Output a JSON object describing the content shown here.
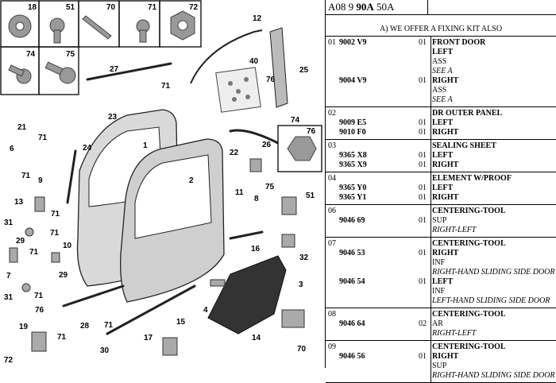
{
  "diagram": {
    "callouts": [
      "18",
      "51",
      "70",
      "71",
      "72",
      "74",
      "75",
      "12",
      "27",
      "71",
      "40",
      "76",
      "25",
      "21",
      "23",
      "1",
      "71",
      "2",
      "74",
      "26",
      "76",
      "6",
      "24",
      "22",
      "71",
      "9",
      "75",
      "11",
      "8",
      "51",
      "13",
      "71",
      "31",
      "71",
      "29",
      "71",
      "10",
      "7",
      "71",
      "29",
      "16",
      "32",
      "3",
      "31",
      "71",
      "76",
      "28",
      "71",
      "4",
      "17",
      "19",
      "15",
      "14",
      "72",
      "71",
      "30",
      "70"
    ]
  },
  "catalog": {
    "ref_prefix": "A08 9 ",
    "ref_bold": "90A",
    "ref_suffix": " 50A",
    "note": "A) WE OFFER A FIXING KIT ALSO",
    "groups": [
      {
        "num": "01",
        "lines": [
          {
            "pn": "9002 V9",
            "qty": "01",
            "desc": "FRONT DOOR",
            "style": "b"
          },
          {
            "pn": "",
            "qty": "",
            "desc": "LEFT",
            "style": "b"
          },
          {
            "pn": "",
            "qty": "",
            "desc": "ASS",
            "style": ""
          },
          {
            "pn": "",
            "qty": "",
            "desc": "SEE A",
            "style": "i"
          },
          {
            "pn": "9004 V9",
            "qty": "01",
            "desc": "RIGHT",
            "style": "b"
          },
          {
            "pn": "",
            "qty": "",
            "desc": "ASS",
            "style": ""
          },
          {
            "pn": "",
            "qty": "",
            "desc": "SEE A",
            "style": "i"
          }
        ]
      },
      {
        "num": "02",
        "lines": [
          {
            "pn": "",
            "qty": "",
            "desc": "DR OUTER PANEL",
            "style": "b"
          },
          {
            "pn": "9009 E5",
            "qty": "01",
            "desc": "LEFT",
            "style": "b"
          },
          {
            "pn": "9010 F0",
            "qty": "01",
            "desc": "RIGHT",
            "style": "b"
          }
        ]
      },
      {
        "num": "03",
        "lines": [
          {
            "pn": "",
            "qty": "",
            "desc": "SEALING SHEET",
            "style": "b"
          },
          {
            "pn": "9365 X8",
            "qty": "01",
            "desc": "LEFT",
            "style": "b"
          },
          {
            "pn": "9365 X9",
            "qty": "01",
            "desc": "RIGHT",
            "style": "b"
          }
        ]
      },
      {
        "num": "04",
        "lines": [
          {
            "pn": "",
            "qty": "",
            "desc": "ELEMENT W/PROOF",
            "style": "b"
          },
          {
            "pn": "9365 Y0",
            "qty": "01",
            "desc": "LEFT",
            "style": "b"
          },
          {
            "pn": "9365 Y1",
            "qty": "01",
            "desc": "RIGHT",
            "style": "b"
          }
        ]
      },
      {
        "num": "06",
        "lines": [
          {
            "pn": "",
            "qty": "",
            "desc": "CENTERING-TOOL",
            "style": "b"
          },
          {
            "pn": "9046 69",
            "qty": "01",
            "desc": "SUP",
            "style": ""
          },
          {
            "pn": "",
            "qty": "",
            "desc": "RIGHT-LEFT",
            "style": "i"
          }
        ]
      },
      {
        "num": "07",
        "lines": [
          {
            "pn": "",
            "qty": "",
            "desc": "CENTERING-TOOL",
            "style": "b"
          },
          {
            "pn": "9046 53",
            "qty": "01",
            "desc": "RIGHT",
            "style": "b"
          },
          {
            "pn": "",
            "qty": "",
            "desc": "INF",
            "style": ""
          },
          {
            "pn": "",
            "qty": "",
            "desc": "RIGHT-HAND SLIDING SIDE DOOR",
            "style": "i"
          },
          {
            "pn": "9046 54",
            "qty": "01",
            "desc": "LEFT",
            "style": "b"
          },
          {
            "pn": "",
            "qty": "",
            "desc": "INF",
            "style": ""
          },
          {
            "pn": "",
            "qty": "",
            "desc": "LEFT-HAND SLIDING SIDE DOOR",
            "style": "i"
          }
        ]
      },
      {
        "num": "08",
        "lines": [
          {
            "pn": "",
            "qty": "",
            "desc": "CENTERING-TOOL",
            "style": "b"
          },
          {
            "pn": "9046 64",
            "qty": "02",
            "desc": "AR",
            "style": ""
          },
          {
            "pn": "",
            "qty": "",
            "desc": "RIGHT-LEFT",
            "style": "i"
          }
        ]
      },
      {
        "num": "09",
        "lines": [
          {
            "pn": "",
            "qty": "",
            "desc": "CENTERING-TOOL",
            "style": "b"
          },
          {
            "pn": "9046 56",
            "qty": "01",
            "desc": "RIGHT",
            "style": "b"
          },
          {
            "pn": "",
            "qty": "",
            "desc": "SUP",
            "style": ""
          },
          {
            "pn": "",
            "qty": "",
            "desc": "RIGHT-HAND SLIDING SIDE DOOR",
            "style": "i"
          }
        ]
      }
    ]
  }
}
